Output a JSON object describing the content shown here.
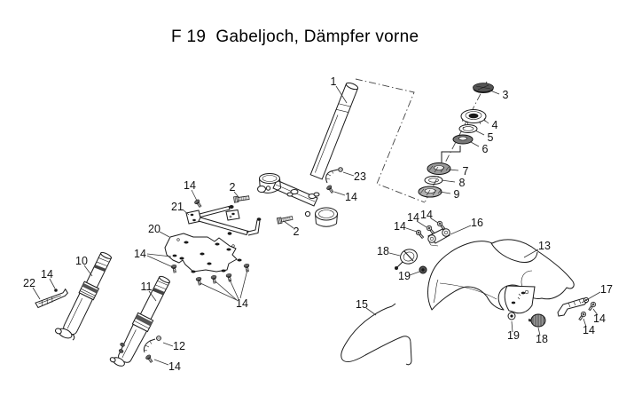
{
  "title": "F 19  Gabeljoch, Dämpfer vorne",
  "figure_code": "F 19",
  "figure_name": "Gabeljoch, Dämpfer vorne",
  "colors": {
    "background": "#ffffff",
    "line": "#1a1a1a"
  },
  "labels": [
    {
      "text": "1"
    },
    {
      "text": "3"
    },
    {
      "text": "4"
    },
    {
      "text": "5"
    },
    {
      "text": "6"
    },
    {
      "text": "7"
    },
    {
      "text": "8"
    },
    {
      "text": "9"
    },
    {
      "text": "23"
    },
    {
      "text": "14"
    },
    {
      "text": "2"
    },
    {
      "text": "2"
    },
    {
      "text": "14"
    },
    {
      "text": "21"
    },
    {
      "text": "20"
    },
    {
      "text": "14"
    },
    {
      "text": "14"
    },
    {
      "text": "10"
    },
    {
      "text": "14"
    },
    {
      "text": "22"
    },
    {
      "text": "11"
    },
    {
      "text": "12"
    },
    {
      "text": "14"
    },
    {
      "text": "15"
    },
    {
      "text": "16"
    },
    {
      "text": "13"
    },
    {
      "text": "18"
    },
    {
      "text": "19"
    },
    {
      "text": "14"
    },
    {
      "text": "14"
    },
    {
      "text": "14"
    },
    {
      "text": "17"
    },
    {
      "text": "14"
    },
    {
      "text": "14"
    },
    {
      "text": "19"
    },
    {
      "text": "18"
    }
  ]
}
